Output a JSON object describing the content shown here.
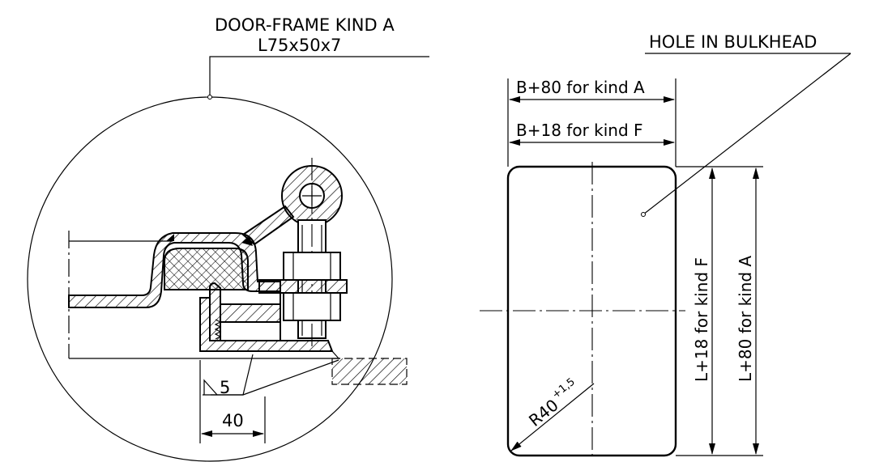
{
  "detail": {
    "title_line1": "DOOR-FRAME KIND A",
    "title_line2": "L75x50x7",
    "weld_size": "5",
    "dim_40": "40"
  },
  "hole": {
    "title": "HOLE IN BULKHEAD",
    "width_kind_a": "B+80 for kind A",
    "width_kind_f": "B+18 for kind F",
    "height_kind_f": "L+18 for kind F",
    "height_kind_a": "L+80 for kind A",
    "radius": "R40",
    "radius_tol": "+1,5"
  },
  "colors": {
    "line": "#000000",
    "background": "#ffffff"
  }
}
